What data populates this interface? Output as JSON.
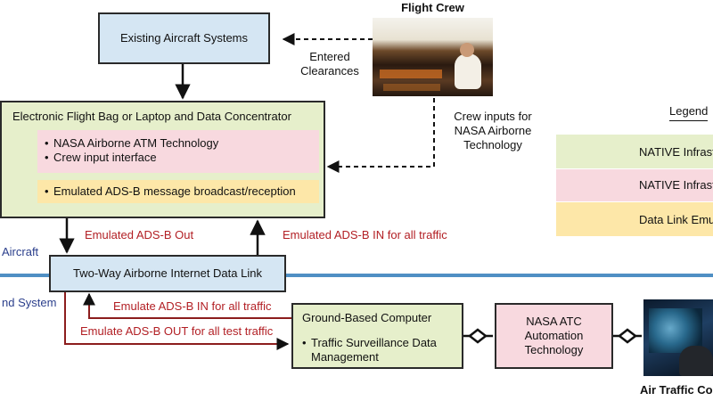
{
  "flight_crew": {
    "title": "Flight Crew"
  },
  "existing_systems": {
    "label": "Existing Aircraft Systems"
  },
  "entered_clearances": [
    "Entered",
    "Clearances"
  ],
  "crew_inputs_label": [
    "Crew inputs for",
    "NASA Airborne",
    "Technology"
  ],
  "efb": {
    "title": "Electronic Flight Bag or Laptop and Data Concentrator",
    "pink_items": [
      "NASA Airborne ATM Technology",
      "Crew input interface"
    ],
    "yellow_items": [
      "Emulated ADS-B message broadcast/reception"
    ]
  },
  "legend": {
    "title": "Legend",
    "items": [
      {
        "label": "NATIVE Infrastr",
        "color": "#e6efcb"
      },
      {
        "label": "NATIVE Infrastr",
        "color": "#f8d9df"
      },
      {
        "label": "Data Link Emul",
        "color": "#fde7a8"
      }
    ]
  },
  "aircraft_label": "Aircraft",
  "ground_label": "nd System",
  "data_link": {
    "label": "Two-Way Airborne Internet Data Link"
  },
  "arrows": {
    "adsb_out": "Emulated ADS-B Out",
    "adsb_in": "Emulated ADS-B IN for all traffic",
    "ground_in": "Emulate ADS-B IN for all traffic",
    "ground_out": "Emulate ADS-B OUT for all test traffic"
  },
  "ground_computer": {
    "title": "Ground-Based Computer",
    "items": [
      "Traffic Surveillance Data",
      "Management"
    ]
  },
  "atc": {
    "label": [
      "NASA ATC",
      "Automation",
      "Technology"
    ]
  },
  "air_traffic_label": "Air Traffic Co",
  "colors": {
    "blue_box": "#d5e6f3",
    "green_box": "#e6efcb",
    "pink_box": "#f8d9df",
    "yellow_box": "#fde7a8",
    "divider": "#4f8fc4",
    "arrow_text": "#b21f24",
    "label_blue": "#2b3f8c"
  }
}
